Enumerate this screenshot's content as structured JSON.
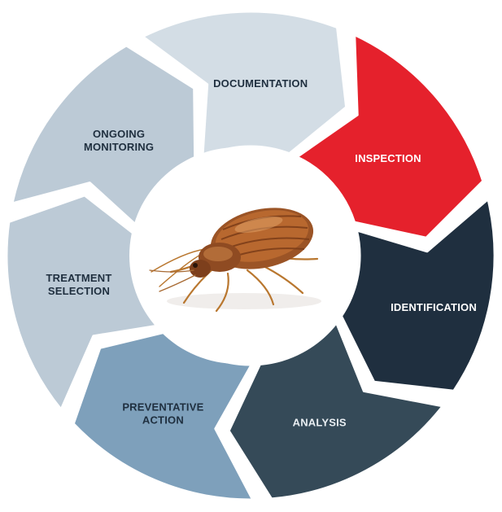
{
  "cycle": {
    "segments": [
      {
        "id": "inspection",
        "lines": [
          "INSPECTION"
        ],
        "color": "#e5212c",
        "text_color": "#ffffff"
      },
      {
        "id": "identification",
        "lines": [
          "IDENTIFICATION"
        ],
        "color": "#1f2f3f",
        "text_color": "#ffffff"
      },
      {
        "id": "analysis",
        "lines": [
          "ANALYSIS"
        ],
        "color": "#354a58",
        "text_color": "#e9eef2"
      },
      {
        "id": "preventative",
        "lines": [
          "PREVENTATIVE",
          "ACTION"
        ],
        "color": "#7ea0bb",
        "text_color": "#1f2f3f"
      },
      {
        "id": "treatment",
        "lines": [
          "TREATMENT",
          "SELECTION"
        ],
        "color": "#bccad6",
        "text_color": "#1f2f3f"
      },
      {
        "id": "monitoring",
        "lines": [
          "ONGOING",
          "MONITORING"
        ],
        "color": "#bccad6",
        "text_color": "#1f2f3f"
      },
      {
        "id": "documentation",
        "lines": [
          "DOCUMENTATION"
        ],
        "color": "#d3dde5",
        "text_color": "#1f2f3f"
      }
    ],
    "center_image": "bed-bug-photo"
  }
}
